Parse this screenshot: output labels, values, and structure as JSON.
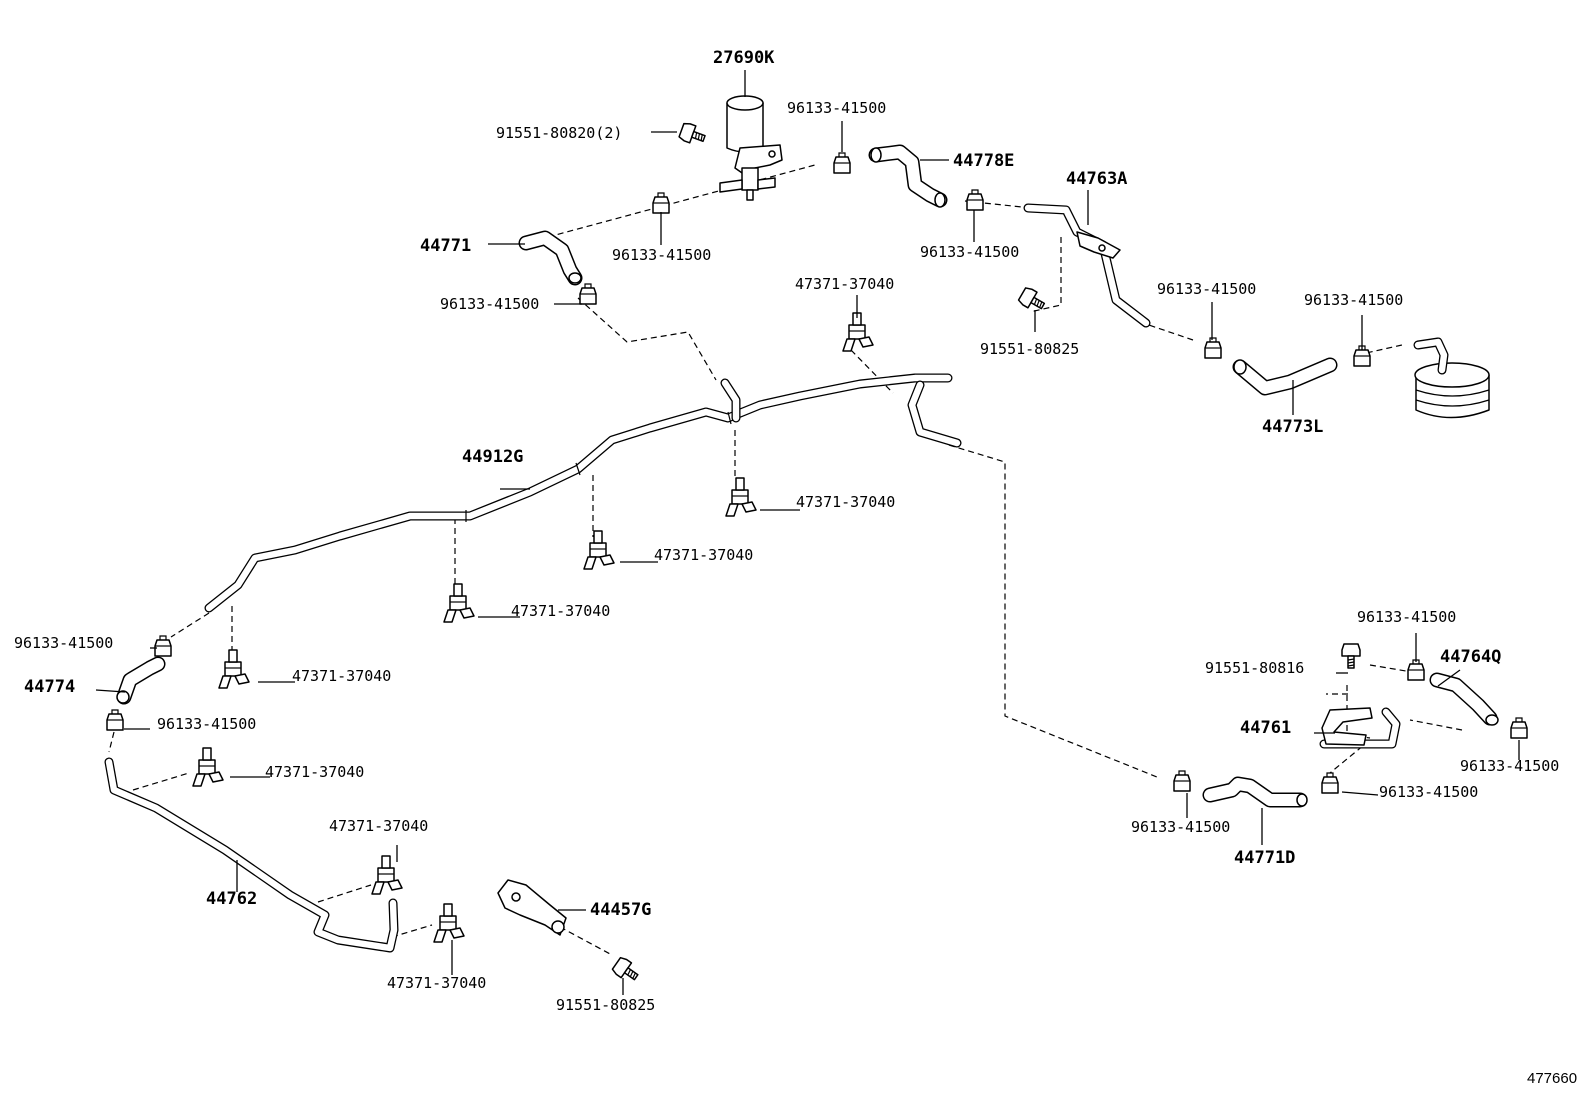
{
  "labels": {
    "p27690k": "27690K",
    "p91551_80820": "91551-80820(2)",
    "p96133_top": "96133-41500",
    "p44778e": "44778E",
    "p44763a": "44763A",
    "p44771": "44771",
    "p96133_a": "96133-41500",
    "p96133_b": "96133-41500",
    "p96133_c": "96133-41500",
    "p47371_top": "47371-37040",
    "p91551_80825_top": "91551-80825",
    "p96133_d": "96133-41500",
    "p96133_e": "96133-41500",
    "p44773l": "44773L",
    "p44912g": "44912G",
    "p47371_a": "47371-37040",
    "p47371_b": "47371-37040",
    "p47371_c": "47371-37040",
    "p96133_f": "96133-41500",
    "p44774": "44774",
    "p47371_d": "47371-37040",
    "p96133_g": "96133-41500",
    "p47371_e": "47371-37040",
    "p47371_f": "47371-37040",
    "p44762": "44762",
    "p44457g": "44457G",
    "p47371_g": "47371-37040",
    "p91551_80825_bot": "91551-80825",
    "p96133_h": "96133-41500",
    "p44764q": "44764Q",
    "p91551_80816": "91551-80816",
    "p44761": "44761",
    "p96133_i": "96133-41500",
    "p96133_j": "96133-41500",
    "p96133_k": "96133-41500",
    "p44771d": "44771D"
  },
  "illustration_id": "477660",
  "icons": {
    "vsv": "vacuum-switching-valve-icon",
    "clamp": "hose-clamp-icon",
    "clip": "tube-clip-icon",
    "bolt": "bolt-icon",
    "canister": "canister-icon",
    "bracket": "bracket-icon"
  }
}
